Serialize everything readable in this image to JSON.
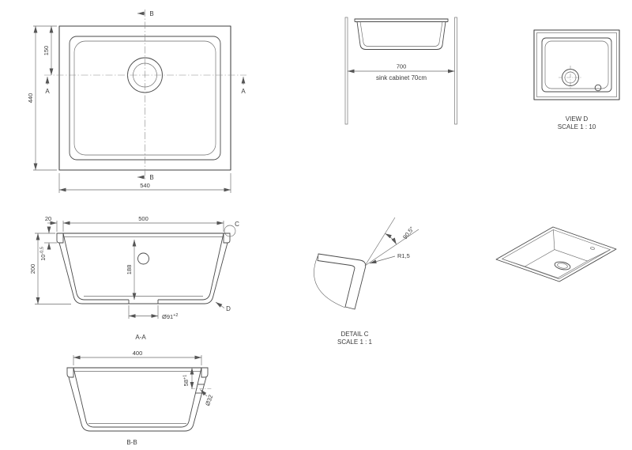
{
  "plan_view": {
    "dim_outer_width": "540",
    "dim_outer_height": "440",
    "dim_drain_offset": "150",
    "section_a_label": "A",
    "section_b_label": "B"
  },
  "cabinet_view": {
    "dim_width": "700",
    "caption": "sink cabinet 70cm"
  },
  "view_d": {
    "title": "VIEW D",
    "scale": "SCALE 1 : 10"
  },
  "section_aa": {
    "title": "A-A",
    "dim_opening_width": "500",
    "dim_rim_lip": "20",
    "dim_outer_depth": "200",
    "dim_rim_thickness": "10",
    "dim_rim_thickness_tol": "-0,5",
    "dim_bowl_depth": "188",
    "dim_drain_dia": "Ø91",
    "dim_drain_dia_tol": "+2",
    "detail_c_label": "C",
    "detail_d_label": "D"
  },
  "detail_c": {
    "title": "DETAIL C",
    "scale": "SCALE 1 : 1",
    "dim_radius": "R1,5",
    "dim_angle": "90,5°"
  },
  "section_bb": {
    "title": "B-B",
    "dim_opening_width": "400",
    "dim_overflow_depth": "58",
    "dim_overflow_depth_tol": "+1",
    "dim_overflow_dia": "Ø32"
  }
}
